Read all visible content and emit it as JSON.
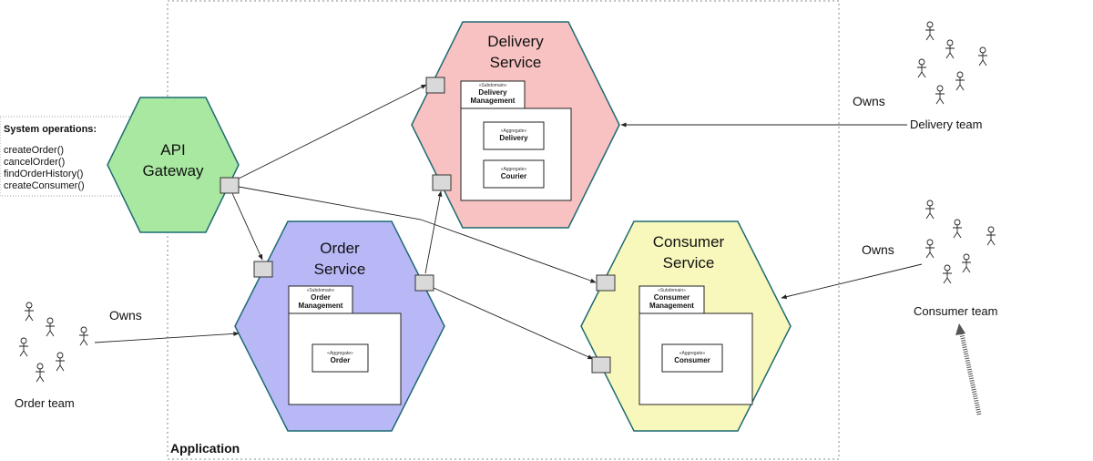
{
  "application": {
    "label": "Application"
  },
  "system_operations": {
    "heading": "System operations:",
    "operations": [
      "createOrder()",
      "cancelOrder()",
      "findOrderHistory()",
      "createConsumer()"
    ]
  },
  "api_gateway": {
    "title_line1": "API",
    "title_line2": "Gateway",
    "fill": "#a8e8a0"
  },
  "services": {
    "delivery": {
      "title_line1": "Delivery",
      "title_line2": "Service",
      "fill": "#f8c2c2",
      "subdomain": {
        "stereotype": "«Subdomain»",
        "name_line1": "Delivery",
        "name_line2": "Management"
      },
      "aggregates": [
        {
          "stereotype": "«Aggregate»",
          "name": "Delivery"
        },
        {
          "stereotype": "«Aggregate»",
          "name": "Courier"
        }
      ]
    },
    "order": {
      "title_line1": "Order",
      "title_line2": "Service",
      "fill": "#b8b8f6",
      "subdomain": {
        "stereotype": "«Subdomain»",
        "name_line1": "Order",
        "name_line2": "Management"
      },
      "aggregates": [
        {
          "stereotype": "«Aggregate»",
          "name": "Order"
        }
      ]
    },
    "consumer": {
      "title_line1": "Consumer",
      "title_line2": "Service",
      "fill": "#f8f8bc",
      "subdomain": {
        "stereotype": "«Subdomain»",
        "name_line1": "Consumer",
        "name_line2": "Management"
      },
      "aggregates": [
        {
          "stereotype": "«Aggregate»",
          "name": "Consumer"
        }
      ]
    }
  },
  "teams": {
    "order": {
      "name": "Order team",
      "owns_label": "Owns"
    },
    "delivery": {
      "name": "Delivery team",
      "owns_label": "Owns"
    },
    "consumer": {
      "name": "Consumer team",
      "owns_label": "Owns"
    }
  },
  "colors": {
    "hex_stroke": "#1e6b72",
    "port_fill": "#d9d9d9",
    "line": "#222222"
  }
}
